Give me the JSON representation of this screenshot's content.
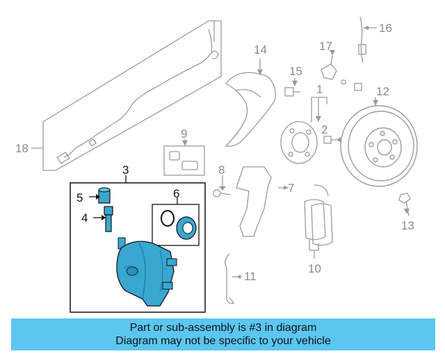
{
  "diagram": {
    "callouts_gray": {
      "c1": "1",
      "c2": "2",
      "c7": "7",
      "c8": "8",
      "c9": "9",
      "c10": "10",
      "c11": "11",
      "c12": "12",
      "c13": "13",
      "c14": "14",
      "c15": "15",
      "c16": "16",
      "c17": "17",
      "c18": "18"
    },
    "callouts_highlighted": {
      "c3": "3",
      "c4": "4",
      "c5": "5",
      "c6": "6"
    },
    "colors": {
      "highlight": "#39a7d0",
      "ghost": "#a8a8a8",
      "banner": "#5bc6f0"
    }
  },
  "banner": {
    "line1": "Part or sub-assembly is #3 in diagram",
    "line2": "Diagram may not be specific to your vehicle"
  }
}
